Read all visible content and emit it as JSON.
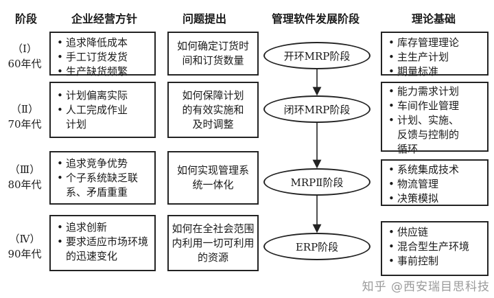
{
  "headers": {
    "stage": "阶段",
    "policy": "企业经营方针",
    "question": "问题提出",
    "software": "管理软件发展阶段",
    "theory": "理论基础"
  },
  "rows": [
    {
      "era_num": "（Ⅰ）",
      "era_year": "60年代",
      "policy": [
        "追求降低成本",
        "手工订货发货",
        "生产缺货频繁"
      ],
      "question": "如何确定订货时间和订货数量",
      "stage_label": "开环MRP阶段",
      "theory": [
        "库存管理理论",
        "主生产计划",
        "期量标准"
      ]
    },
    {
      "era_num": "（Ⅱ）",
      "era_year": "70年代",
      "policy": [
        "计划偏离实际",
        "人工完成作业计划"
      ],
      "question": "如何保障计划的有效实施和及时调整",
      "stage_label": "闭环MRP阶段",
      "theory": [
        "能力需求计划",
        "车间作业管理",
        "计划、实施、反馈与控制的循环"
      ]
    },
    {
      "era_num": "（Ⅲ）",
      "era_year": "80年代",
      "policy": [
        "追求竞争优势",
        "个子系统缺乏联系、矛盾重重"
      ],
      "question": "如何实现管理系统一体化",
      "stage_label": "MRPⅡ阶段",
      "theory": [
        "系统集成技术",
        "物流管理",
        "决策模拟"
      ]
    },
    {
      "era_num": "（Ⅳ）",
      "era_year": "90年代",
      "policy": [
        "追求创新",
        "要求适应市场环境的迅速变化"
      ],
      "question": "如何在全社会范围内利用一切可利用的资源",
      "stage_label": "ERP阶段",
      "theory": [
        "供应链",
        "混合型生产环境",
        "事前控制"
      ]
    }
  ],
  "watermark": "知乎 @西安瑞目思科技",
  "colors": {
    "line": "#222222",
    "watermark": "#9a9a9a"
  }
}
